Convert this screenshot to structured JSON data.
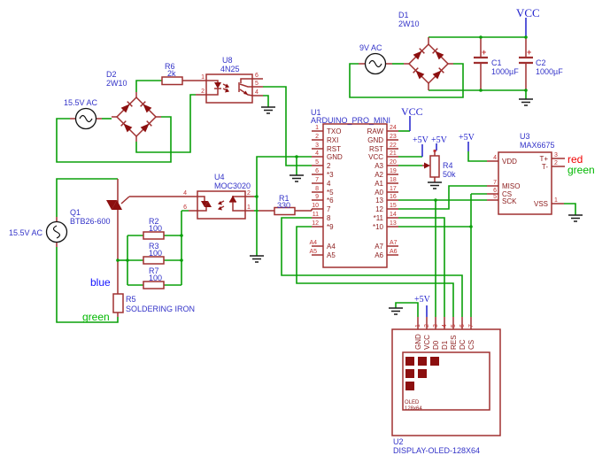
{
  "colors": {
    "wire_green": "#0aa00a",
    "symbol_red": "#a03030",
    "diode_fill": "#8c0f0f",
    "pin_number_red": "#c03333",
    "pin_name_maroon": "#8b1a1a",
    "label_blue": "#3232c8",
    "net_blue": "#2020cc",
    "text_blue": "#1414ff",
    "text_green": "#00b800",
    "text_red": "#f00000",
    "ground_black": "#1c1c1c",
    "background": "#ffffff"
  },
  "nets": {
    "vcc": "VCC",
    "p5v": "+5V"
  },
  "sources": {
    "top_left": "15.5V AC",
    "top_right": "9V AC",
    "bottom_left": "15.5V AC"
  },
  "annotations": {
    "wire_blue": "blue",
    "wire_green": "green",
    "tc_red": "red",
    "tc_green": "green"
  },
  "components": {
    "d1": {
      "ref": "D1",
      "part": "2W10"
    },
    "d2": {
      "ref": "D2",
      "part": "2W10"
    },
    "c1": {
      "ref": "C1",
      "value": "1000µF",
      "plus": "+"
    },
    "c2": {
      "ref": "C2",
      "value": "1000µF",
      "plus": "+"
    },
    "r1": {
      "ref": "R1",
      "value": "330"
    },
    "r2": {
      "ref": "R2",
      "value": "100"
    },
    "r3": {
      "ref": "R3",
      "value": "100"
    },
    "r4": {
      "ref": "R4",
      "value": "50k"
    },
    "r5": {
      "ref": "R5",
      "value": "SOLDERING IRON"
    },
    "r6": {
      "ref": "R6",
      "value": "2k"
    },
    "r7": {
      "ref": "R7",
      "value": "100"
    },
    "q1": {
      "ref": "Q1",
      "part": "BTB26-600"
    },
    "u8": {
      "ref": "U8",
      "part": "4N25",
      "pin_nums": [
        "1",
        "2",
        "6",
        "5",
        "4"
      ]
    },
    "u4": {
      "ref": "U4",
      "part": "MOC3020",
      "pin_nums": [
        "4",
        "6",
        "2",
        "1"
      ]
    },
    "u1": {
      "ref": "U1",
      "part": "ARDUINO_PRO_MINI",
      "left": [
        {
          "n": "1",
          "label": "TXO"
        },
        {
          "n": "2",
          "label": "RXI"
        },
        {
          "n": "3",
          "label": "RST"
        },
        {
          "n": "4",
          "label": "GND"
        },
        {
          "n": "5",
          "label": "2"
        },
        {
          "n": "6",
          "label": "*3"
        },
        {
          "n": "7",
          "label": "4"
        },
        {
          "n": "8",
          "label": "*5"
        },
        {
          "n": "9",
          "label": "*6"
        },
        {
          "n": "10",
          "label": "7"
        },
        {
          "n": "11",
          "label": "8"
        },
        {
          "n": "12",
          "label": "*9"
        }
      ],
      "right": [
        {
          "n": "24",
          "label": "RAW"
        },
        {
          "n": "23",
          "label": "GND"
        },
        {
          "n": "22",
          "label": "RST"
        },
        {
          "n": "21",
          "label": "VCC"
        },
        {
          "n": "20",
          "label": "A3"
        },
        {
          "n": "19",
          "label": "A2"
        },
        {
          "n": "18",
          "label": "A1"
        },
        {
          "n": "17",
          "label": "A0"
        },
        {
          "n": "16",
          "label": "13"
        },
        {
          "n": "15",
          "label": "12"
        },
        {
          "n": "14",
          "label": "*11"
        },
        {
          "n": "13",
          "label": "*10"
        }
      ],
      "left_analog": [
        {
          "n": "A4",
          "label": "A4"
        },
        {
          "n": "A5",
          "label": "A5"
        }
      ],
      "right_analog": [
        {
          "n": "A7",
          "label": "A7"
        },
        {
          "n": "A6",
          "label": "A6"
        }
      ]
    },
    "u3": {
      "ref": "U3",
      "part": "MAX6675",
      "left": [
        {
          "n": "4",
          "label": "VDD"
        },
        {
          "n": "7",
          "label": "MISO"
        },
        {
          "n": "6",
          "label": "CS"
        },
        {
          "n": "5",
          "label": "SCK"
        }
      ],
      "right": [
        {
          "n": "3",
          "label": "T+"
        },
        {
          "n": "2",
          "label": "T-"
        },
        {
          "n": "1",
          "label": "VSS"
        }
      ]
    },
    "u2": {
      "ref": "U2",
      "part": "DISPLAY-OLED-128X64",
      "pins": [
        {
          "n": "1",
          "label": "GND"
        },
        {
          "n": "2",
          "label": "VCC"
        },
        {
          "n": "3",
          "label": "D0"
        },
        {
          "n": "4",
          "label": "D1"
        },
        {
          "n": "5",
          "label": "RES"
        },
        {
          "n": "6",
          "label": "DC"
        },
        {
          "n": "7",
          "label": "CS"
        }
      ],
      "screen": {
        "l1": "OLED",
        "l2": "128x64"
      }
    }
  }
}
